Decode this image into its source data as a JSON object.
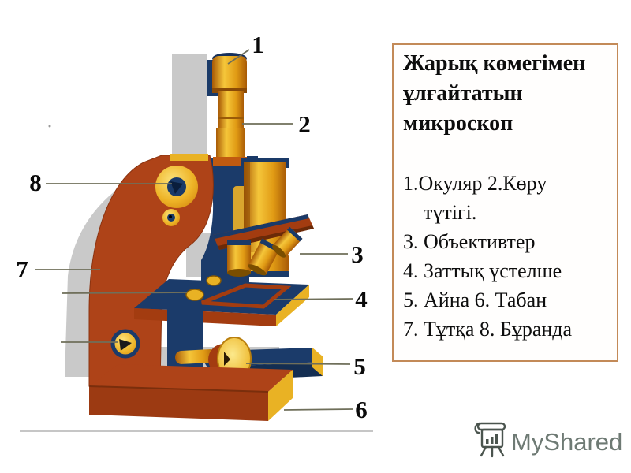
{
  "diagram": {
    "description": "Light microscope labeled diagram",
    "labels": [
      "1",
      "2",
      "3",
      "4",
      "5",
      "6",
      "7",
      "8"
    ],
    "colors": {
      "body_rust": "#ae4318",
      "navy": "#1b3b6a",
      "gold": "#e9b224",
      "gold_light": "#f7d34a",
      "shadow_gray": "#c9c9c9",
      "leader_line": "#6f6f5a",
      "bottom_rule": "#b3b3b3"
    }
  },
  "panel": {
    "border_color": "#c38a58",
    "title": "Жарық көмегімен ұлғайтатын микроскоп",
    "lines": [
      "1.Окуляр 2.Көру",
      "    түтігі.",
      "3. Объективтер",
      "4. Заттық үстелше",
      "5. Айна 6. Табан",
      "7. Тұтқа 8. Бұранда"
    ]
  },
  "watermark": {
    "text": "MyShared",
    "color": "#6e7a74"
  }
}
